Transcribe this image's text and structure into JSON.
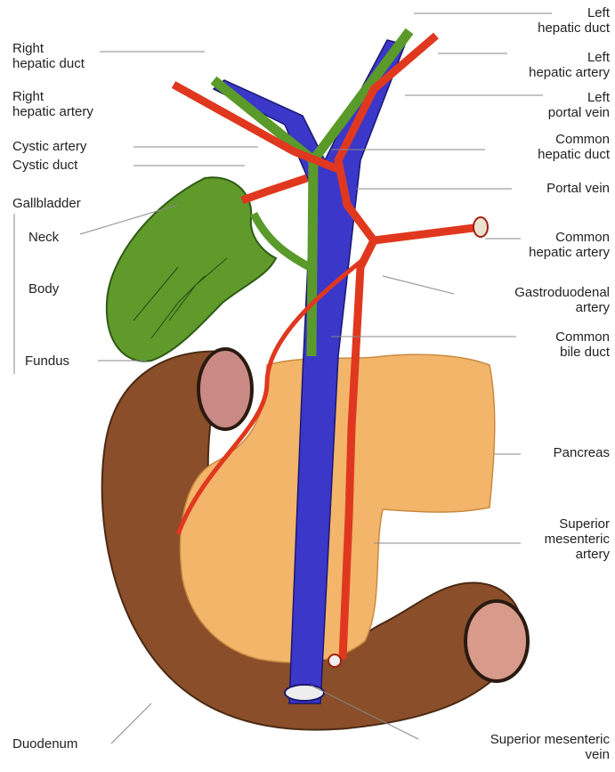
{
  "labels": {
    "left_hepatic_duct": [
      "Left",
      "hepatic duct"
    ],
    "left_hepatic_artery": [
      "Left",
      "hepatic artery"
    ],
    "left_portal_vein": [
      "Left",
      "portal vein"
    ],
    "common_hepatic_duct": [
      "Common",
      "hepatic duct"
    ],
    "portal_vein": "Portal vein",
    "common_hepatic_artery": [
      "Common",
      "hepatic artery"
    ],
    "gastroduodenal_artery": [
      "Gastroduodenal",
      "artery"
    ],
    "common_bile_duct": [
      "Common",
      "bile duct"
    ],
    "pancreas": "Pancreas",
    "superior_mesenteric_artery": [
      "Superior",
      "mesenteric",
      "artery"
    ],
    "superior_mesenteric_vein": [
      "Superior mesenteric",
      "vein"
    ],
    "right_hepatic_duct": [
      "Right",
      "hepatic duct"
    ],
    "right_hepatic_artery": [
      "Right",
      "hepatic artery"
    ],
    "cystic_artery": "Cystic artery",
    "cystic_duct": "Cystic duct",
    "gallbladder": "Gallbladder",
    "neck": "Neck",
    "body": "Body",
    "fundus": "Fundus",
    "duodenum": "Duodenum"
  },
  "colors": {
    "vein": "#3b37c9",
    "artery": "#e0381f",
    "duct": "#5a9a2a",
    "gallbladder": "#5f9a2b",
    "pancreas": "#f3b56a",
    "duodenum": "#8a4e2a",
    "lumen": "#d8908a"
  }
}
